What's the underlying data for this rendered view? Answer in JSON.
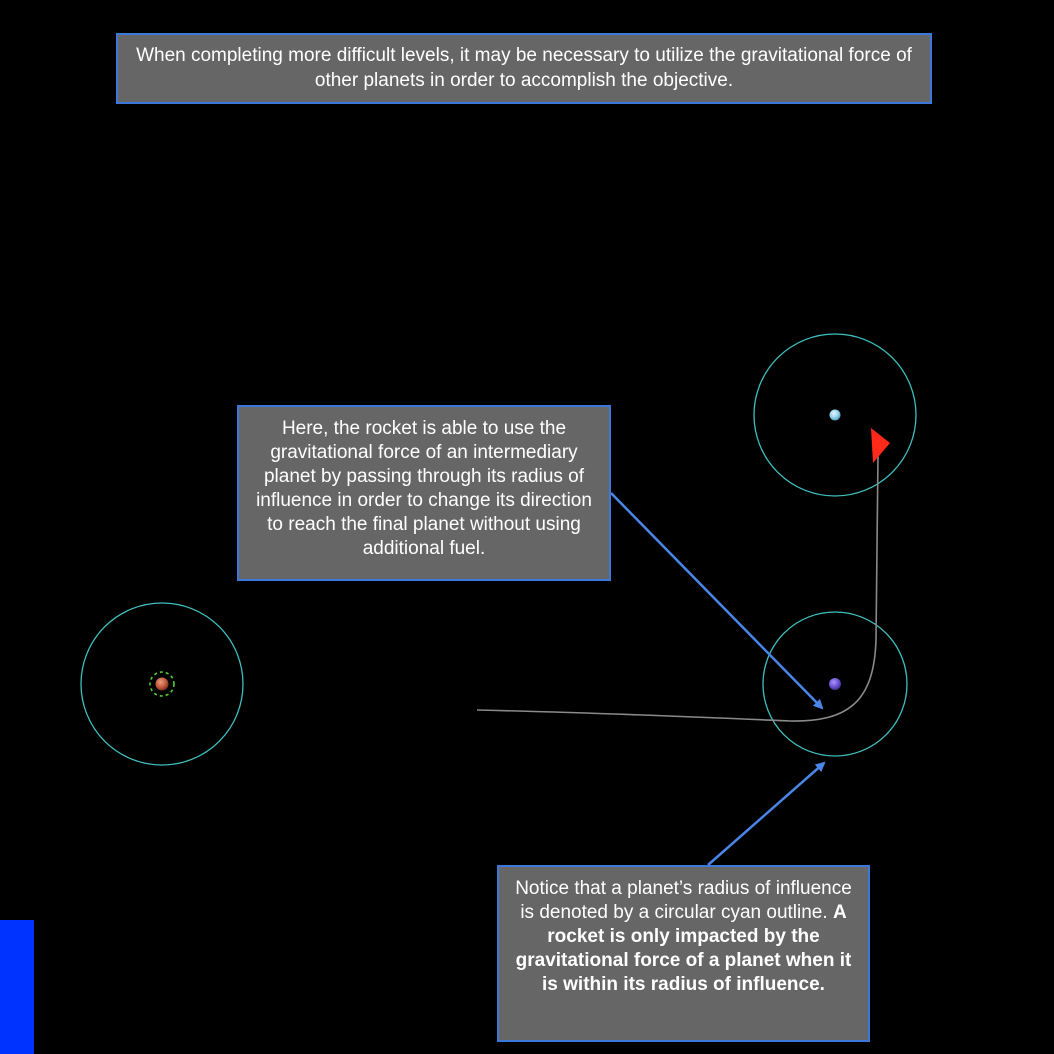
{
  "callouts": {
    "top": {
      "text": "When completing more difficult levels, it may be necessary to utilize the gravitational force of other planets in order to accomplish the objective."
    },
    "middle": {
      "text": "Here, the rocket is able to use the gravitational force of an intermediary planet by passing through its radius of influence in order to change its direction to reach the final planet without using additional fuel."
    },
    "bottom": {
      "text_plain": "Notice that a planet’s radius of influence is denoted by a circular cyan outline.",
      "text_bold": "A rocket is only impacted by the gravitational force of a planet when it is within its radius of influence."
    }
  },
  "colors": {
    "background": "#000000",
    "influence_ring": "#3fbfbf",
    "callout_fill": "#666666",
    "callout_border": "#3c78d8",
    "arrow": "#4a86e8",
    "trajectory": "#8a8a8a",
    "goal_flag": "#ff2a1a",
    "start_planet": "#c0573a",
    "launch_ring": "#55cc33",
    "intermediary_planet": "#6a4fd0",
    "target_planet": "#8ecfe8",
    "blue_bar": "#0033ff"
  },
  "icons": {
    "goal": "red-flag-icon",
    "start": "planet-icon",
    "intermediary": "planet-icon",
    "target": "planet-icon"
  }
}
